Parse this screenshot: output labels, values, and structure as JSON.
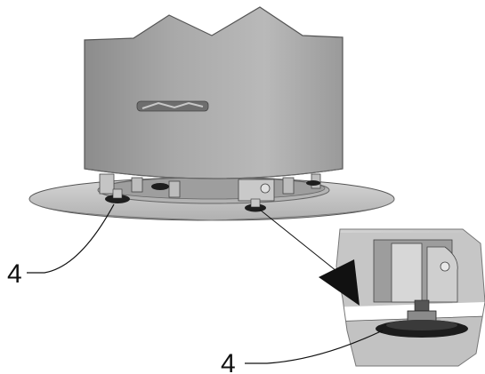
{
  "figure": {
    "callouts": [
      {
        "label": "4",
        "target": "leveling-foot-main"
      },
      {
        "label": "4",
        "target": "leveling-foot-detail"
      }
    ]
  },
  "colors": {
    "body_gray": "#b8b8b8",
    "body_shadow": "#8f8f8f",
    "base_plate": "#c9c9c9",
    "detail_frame": "#c4c4c4",
    "foot_dark": "#222222",
    "line": "#111111"
  }
}
